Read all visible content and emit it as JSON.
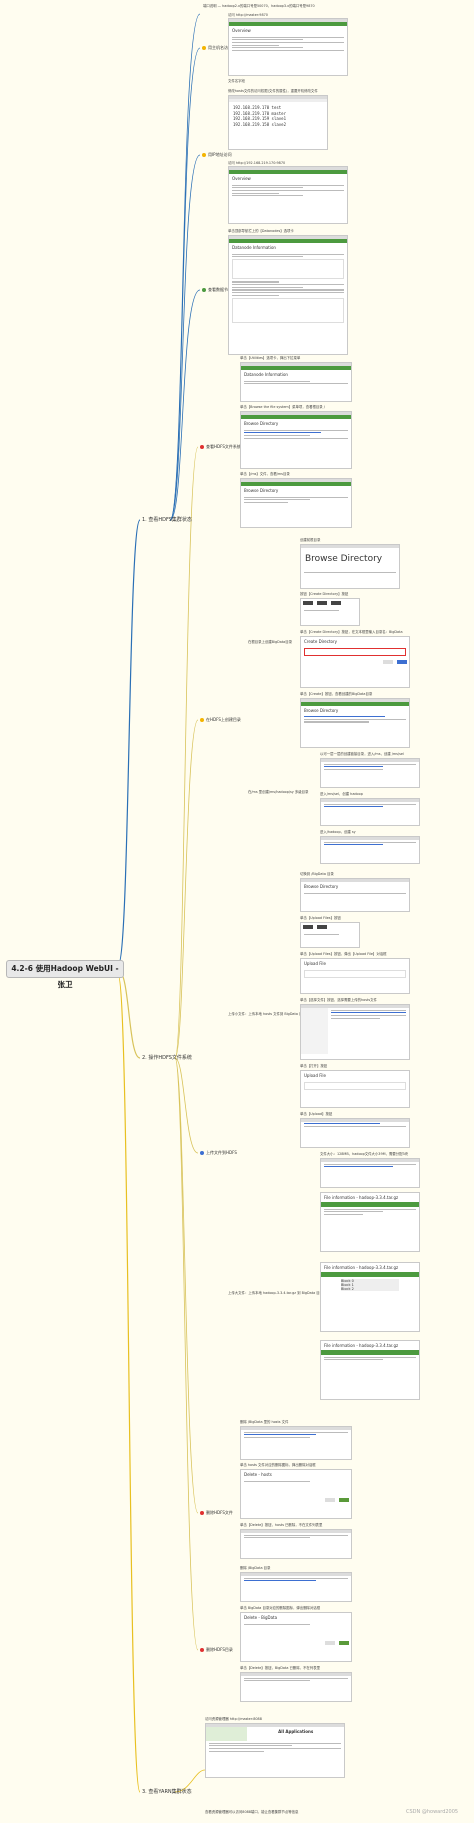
{
  "root": {
    "title": "4.2-6 使用Hadoop WebUI - 张卫"
  },
  "branches": [
    {
      "label": "1. 查看HDFS集群状态"
    },
    {
      "label": "2. 操作HDFS文件系统"
    },
    {
      "label": "3. 查看YARN集群状态"
    }
  ],
  "b1": {
    "top_note": "端口说明 — hadoop2.x的端口号是50070，hadoop3.x的端口号是9870",
    "n1": "用主机名访问",
    "n1_note": "访问 http://master:9870",
    "n2": "用IP地址访问",
    "n2_note": "访问 http://192.168.219.170:9870",
    "n3": "查看数据节点",
    "n3_note": "单击顶部导航栏上的【Datanodes】选项卡",
    "hosts_note": "修改hosts文件的访问权限(文件的属性)，重要开机修改文件",
    "file_note": "文件名字段",
    "ip_rows": [
      "192.168.219.170 test",
      "192.168.219.170 master",
      "192.168.219.159 slave1",
      "192.168.219.158 slave2"
    ],
    "overview": "Overview",
    "datanode_info": "Datanode Information"
  },
  "b2": {
    "n1": "查看HDFS文件系统",
    "n1_notes": [
      "单击【Utilities】选项卡，弹出下拉菜单",
      "单击【Browse the file system】菜单项，查看根目录 /",
      "单击【/ms】文件，查看/ms目录"
    ],
    "n2": "在HDFS上创建目录",
    "n2_sub1": "在根目录上创建BigData目录",
    "n2_sub2": "在/ms 里创建/ms/hadoop/sy 多级目录",
    "n2_notes": [
      "创建前根目录",
      "按钮【Create Directory】按钮",
      "单击【Create Directory】按钮，在文本框里输入目录名：BigData",
      "单击【Create】按钮，查看创建的BigData目录",
      "以可一层一层的创建链接目录，进入/ms，创建 /ms/sel",
      "进入/ms/sel，创建 hadoop",
      "进入/hadoop，创建 sy"
    ],
    "browse_dir": "Browse Directory",
    "n3": "上传文件到HDFS",
    "n3_sub1": "上传小文件：上传本地 hosts 文件到 BigData 目录",
    "n3_sub2": "上传大文件：上传本地 hadoop-3.3.4.tar.gz 到 BigData 目录",
    "n3_notes": [
      "切换到 /BigData 目录",
      "单击【Upload Files】按钮",
      "单击【Upload Files】按钮，弹出【Upload File】对话框",
      "单击【选择文件】按钮，选择需要上传的hosts文件",
      "单击【打开】按钮",
      "单击【Upload】按钮",
      "文件大小：128MB，hadoop文件大小39M，需要分配3块"
    ],
    "upload_file": "Upload File",
    "file_info": "File information - hadoop-3.3.4.tar.gz",
    "blocks": [
      "Block 0",
      "Block 1",
      "Block 2"
    ],
    "n4": "删除HDFS文件",
    "n4_notes": [
      "删除 /BigData 里的 hosts 文件",
      "单击 hosts 文件对应的删除图标，弹出删除对话框",
      "单击【Delete】按钮，hosts 已删除，不在文件列表里"
    ],
    "delete_hosts": "Delete - hosts",
    "n5": "删除HDFS目录",
    "n5_notes": [
      "删除 /BigData 目录",
      "单击 BigData 目录对应的删除图标，弹出删除对话框",
      "单击【Delete】按钮，BigData 已删除，不在列表里"
    ],
    "delete_bigdata": "Delete - BigData"
  },
  "b3": {
    "top_note": "访问资源管理器 http://master:8088",
    "app_title": "All Applications",
    "bottom_note": "查看资源管理器可以访问8088端口，能让查看集群节点等信息"
  },
  "watermark": "CSDN @howard2005",
  "colors": {
    "b1": "#2a6fb5",
    "b2": "#d8c35a",
    "b3": "#e8c020",
    "green": "#4c9a3f"
  }
}
